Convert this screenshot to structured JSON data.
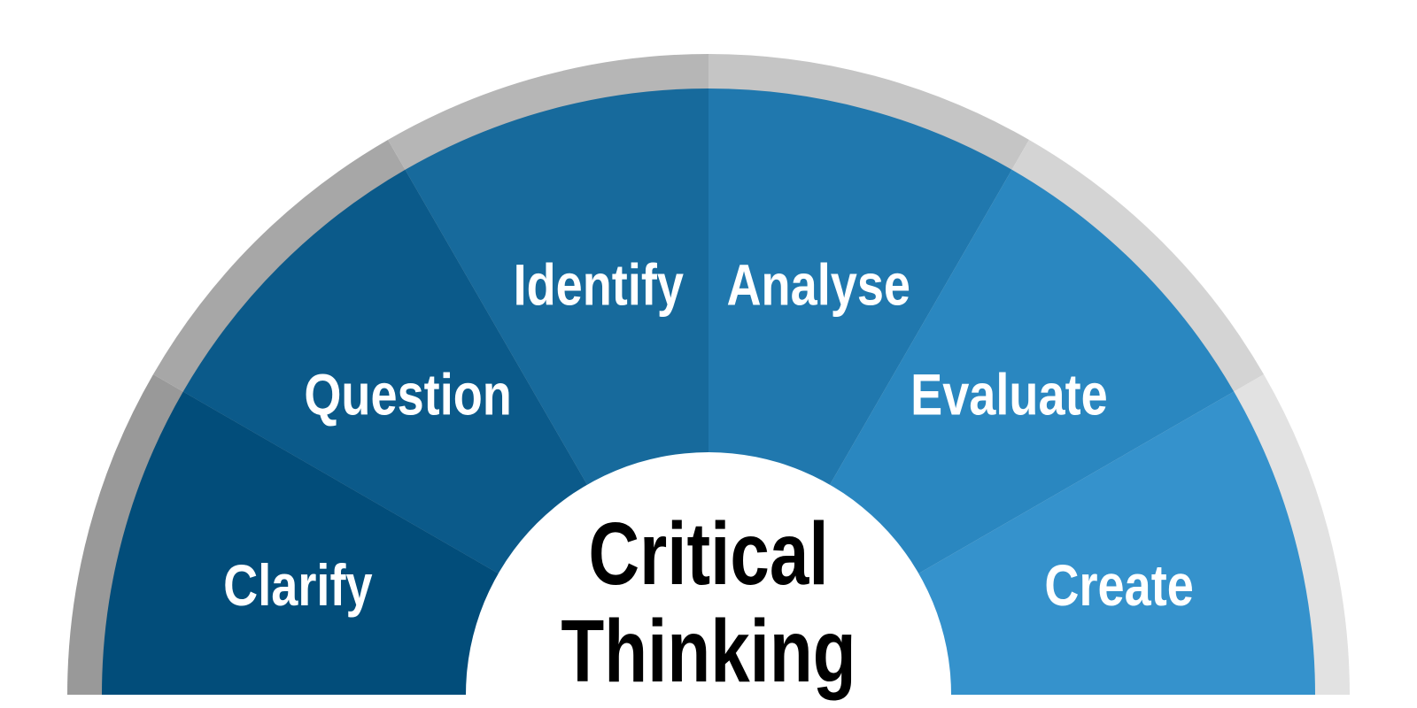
{
  "center": {
    "line1": "Critical",
    "line2": "Thinking"
  },
  "segments": [
    {
      "label": "Clarify",
      "color": "#024d7a",
      "ring_color": "#999999"
    },
    {
      "label": "Question",
      "color": "#0b5a8a",
      "ring_color": "#a7a7a7"
    },
    {
      "label": "Identify",
      "color": "#176a9c",
      "ring_color": "#b6b6b6"
    },
    {
      "label": "Analyse",
      "color": "#2078ae",
      "ring_color": "#c5c5c5"
    },
    {
      "label": "Evaluate",
      "color": "#2a87c0",
      "ring_color": "#d4d4d4"
    },
    {
      "label": "Create",
      "color": "#3592cc",
      "ring_color": "#e2e2e2"
    }
  ]
}
